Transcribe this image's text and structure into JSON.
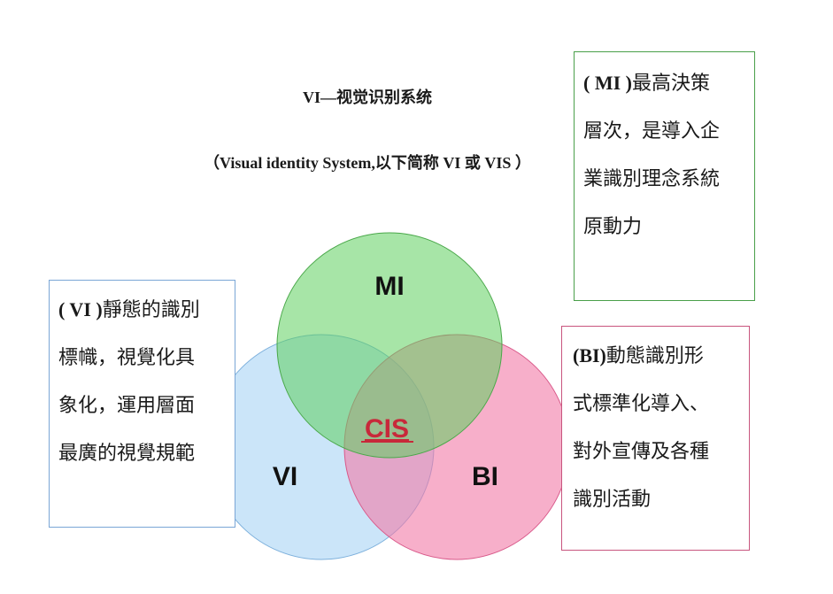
{
  "title": "VI—视觉识别系统",
  "subtitle": "（Visual identity System,以下简称 VI 或 VIS ）",
  "boxes": {
    "mi": {
      "tag": "( MI )",
      "lines": [
        "最高決策",
        "層次，是導入企",
        "業識別理念系統",
        "原動力"
      ],
      "border_color": "#4a9f4a"
    },
    "vi": {
      "tag": "( VI )",
      "lines": [
        "靜態的識別",
        "標幟，視覺化具",
        "象化，運用層面",
        "最廣的視覺規範"
      ],
      "border_color": "#7aa6d6"
    },
    "bi": {
      "tag": "(BI)",
      "lines": [
        "動態識別形",
        "式標準化導入、",
        "對外宣傳及各種",
        "識別活動"
      ],
      "border_color": "#c8557e"
    }
  },
  "venn": {
    "mi_label": "MI",
    "vi_label": "VI",
    "bi_label": "BI",
    "center_label": "CIS",
    "colors": {
      "mi": "#5ecf5e",
      "vi": "#a9d3f5",
      "bi": "#f27aa6",
      "center_text": "#c8283a"
    }
  }
}
